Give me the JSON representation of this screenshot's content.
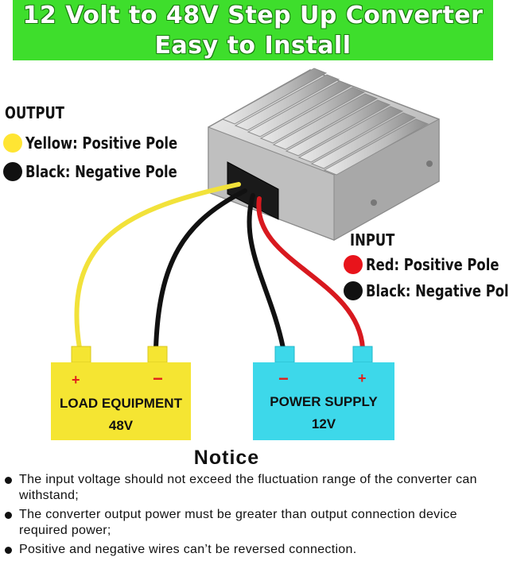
{
  "banner": {
    "line1": "12 Volt to 48V Step Up Converter",
    "line2": "Easy to Install",
    "color": "#3ede2c"
  },
  "output": {
    "heading": "OUTPUT",
    "items": [
      {
        "label": "Yellow: Positive Pole",
        "color": "#ffe533"
      },
      {
        "label": "Black: Negative Pole",
        "color": "#111111"
      }
    ]
  },
  "input": {
    "heading": "INPUT",
    "items": [
      {
        "label": "Red: Positive Pole",
        "color": "#e8141b"
      },
      {
        "label": "Black: Negative Pole",
        "color": "#111111"
      }
    ]
  },
  "load_box": {
    "plus": "+",
    "minus": "−",
    "title": "LOAD EQUIPMENT",
    "voltage": "48V",
    "color": "#f5e532"
  },
  "supply_box": {
    "minus": "−",
    "plus": "+",
    "title": "POWER SUPPLY",
    "voltage": "12V",
    "color": "#3dd8ea"
  },
  "wire_colors": {
    "yellow": "#f2e23a",
    "black": "#111111",
    "red": "#d8191f"
  },
  "notice": {
    "title": "Notice",
    "items": [
      "The input voltage should not exceed the fluctuation range of the converter can withstand;",
      "The converter output power must be greater than output connection device required power;",
      "Positive and negative wires can’t be reversed connection."
    ]
  }
}
